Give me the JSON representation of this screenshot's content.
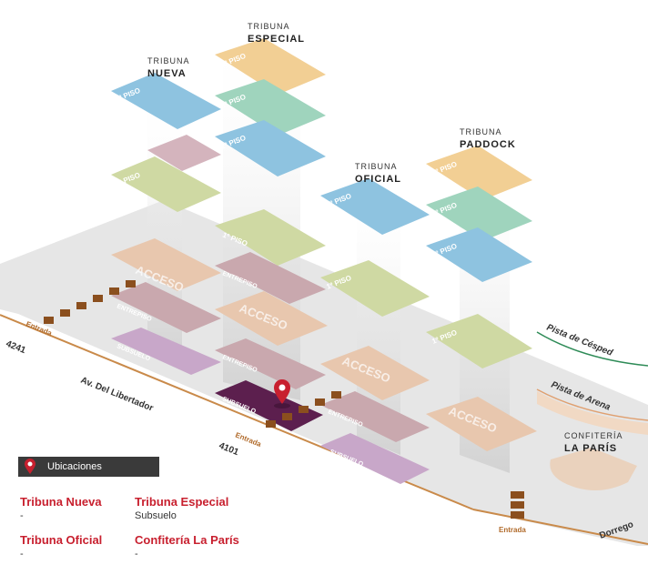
{
  "stands": [
    {
      "top": "TRIBUNA",
      "name": "NUEVA"
    },
    {
      "top": "TRIBUNA",
      "name": "ESPECIAL"
    },
    {
      "top": "TRIBUNA",
      "name": "OFICIAL"
    },
    {
      "top": "TRIBUNA",
      "name": "PADDOCK"
    },
    {
      "top": "CONFITERÍA",
      "name": "LA PARÍS"
    }
  ],
  "floors": {
    "piso1": "1º PISO",
    "piso2": "2º PISO",
    "piso3": "3º PISO",
    "piso4": "4º PISO",
    "acceso": "ACCESO",
    "entrepiso": "ENTREPISO",
    "subsuelo": "SUBSUELO"
  },
  "tracks": {
    "cesped": "Pista de Césped",
    "arena": "Pista de Arena"
  },
  "streets": {
    "main": "Av. Del Libertador",
    "side": "Dorrego",
    "num1": "4241",
    "num2": "4101"
  },
  "entrance_label": "Entrada",
  "legend": {
    "title": "Ubicaciones",
    "items": [
      {
        "name": "Tribuna Nueva",
        "sub": "-"
      },
      {
        "name": "Tribuna Especial",
        "sub": "Subsuelo"
      },
      {
        "name": "Tribuna Oficial",
        "sub": "-"
      },
      {
        "name": "Confitería La París",
        "sub": "-"
      }
    ]
  },
  "colors": {
    "blue": "#8ec3e0",
    "green": "#cfd9a3",
    "mint": "#9fd4bd",
    "orange": "#f2cf94",
    "acceso": "#e8c7ae",
    "entrepiso": "#c9a8ae",
    "subsuelo": "#c8a7c9",
    "selected": "#5c1f4e",
    "marker": "#c8202f",
    "legend_bar": "#3a3a3a",
    "turf": "#2e8b57",
    "dirt": "#e0a070"
  }
}
